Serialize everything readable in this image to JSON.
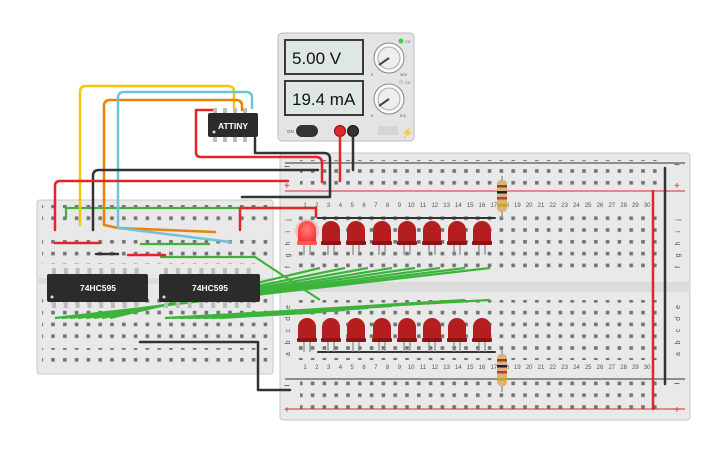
{
  "power_supply": {
    "voltage": "5.00 V",
    "current": "19.4 mA",
    "on_label": "ON",
    "knob1_label": "30V",
    "knob2_label": "5 A",
    "knob1_min": "0",
    "knob2_min": "0",
    "cc_label": "CC",
    "cv_label": "CV"
  },
  "chips": {
    "attiny": "ATTINY",
    "shift_register_1": "74HC595",
    "shift_register_2": "74HC595"
  },
  "breadboard": {
    "row_letters_top": [
      "j",
      "i",
      "h",
      "g",
      "f"
    ],
    "row_letters_bottom": [
      "e",
      "d",
      "c",
      "b",
      "a"
    ],
    "column_numbers": [
      "1",
      "2",
      "3",
      "4",
      "5",
      "6",
      "7",
      "8",
      "9",
      "10",
      "11",
      "12",
      "13",
      "14",
      "15",
      "16",
      "17",
      "18",
      "19",
      "20",
      "21",
      "22",
      "23",
      "24",
      "25",
      "26",
      "27",
      "28",
      "29",
      "30"
    ],
    "minus": "−",
    "plus": "+"
  },
  "colors": {
    "wire_red": "#e0262b",
    "wire_black": "#333333",
    "wire_green": "#3cb43c",
    "wire_yellow": "#f2c80f",
    "wire_orange": "#e8820c",
    "wire_cyan": "#6fc3d6",
    "led_off": "#b51e1e",
    "led_on": "#ff3b3b",
    "breadboard": "#e9e9e9",
    "chip": "#2b2b2b"
  }
}
